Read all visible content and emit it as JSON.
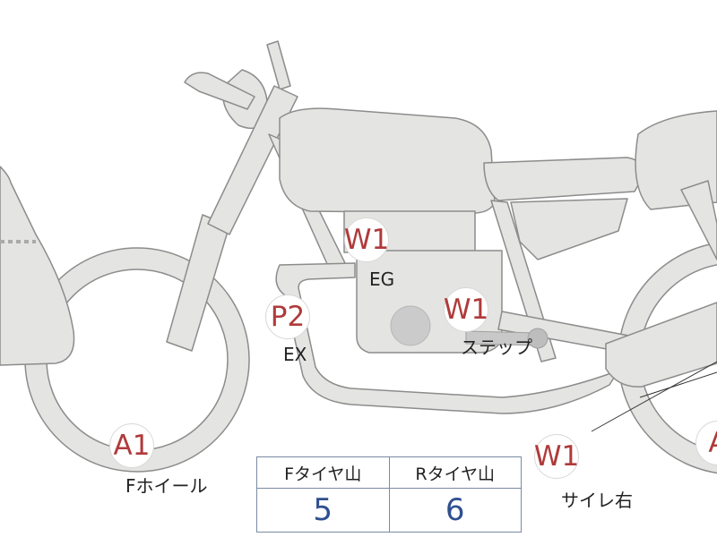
{
  "diagram": {
    "colors": {
      "body_fill": "#e4e4e2",
      "body_stroke": "#8c8c8c",
      "marker_text": "#b03a3a",
      "table_border": "#7a8ba3",
      "table_value": "#2f4f8f"
    },
    "markers": {
      "w1_eg": "W1",
      "p2_ex": "P2",
      "w1_step": "W1",
      "a1_front": "A1",
      "w1_muffler": "W1",
      "a_rear": "A"
    },
    "labels": {
      "eg": "EG",
      "ex": "EX",
      "step": "ステップ",
      "front_wheel": "Fホイール",
      "muffler_right": "サイレ右"
    },
    "tread_table": {
      "headers": [
        "Fタイヤ山",
        "Rタイヤ山"
      ],
      "values": [
        "5",
        "6"
      ]
    }
  }
}
